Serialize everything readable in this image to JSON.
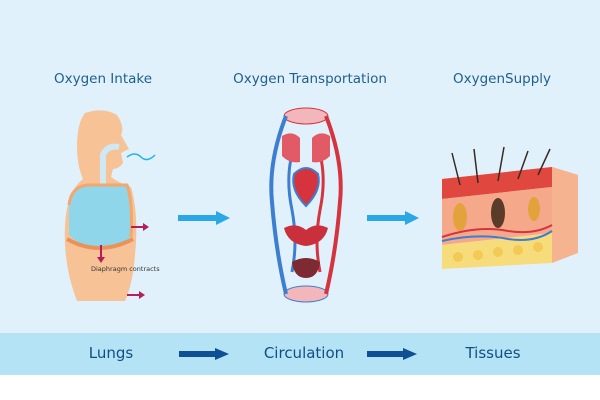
{
  "stages": [
    {
      "title": "Oxygen Intake",
      "bottom_label": "Lungs",
      "annotation": "Diaphragm contracts"
    },
    {
      "title": "Oxygen Transportation",
      "bottom_label": "Circulation"
    },
    {
      "title": "OxygenSupply",
      "bottom_label": "Tissues"
    }
  ],
  "colors": {
    "background": "#e1f1fb",
    "title_text": "#1f5f8e",
    "bottom_bar": "#b3e3f4",
    "bottom_text": "#124e85",
    "flow_arrow": "#29a7e6",
    "bottom_arrow": "#0f4f93"
  }
}
